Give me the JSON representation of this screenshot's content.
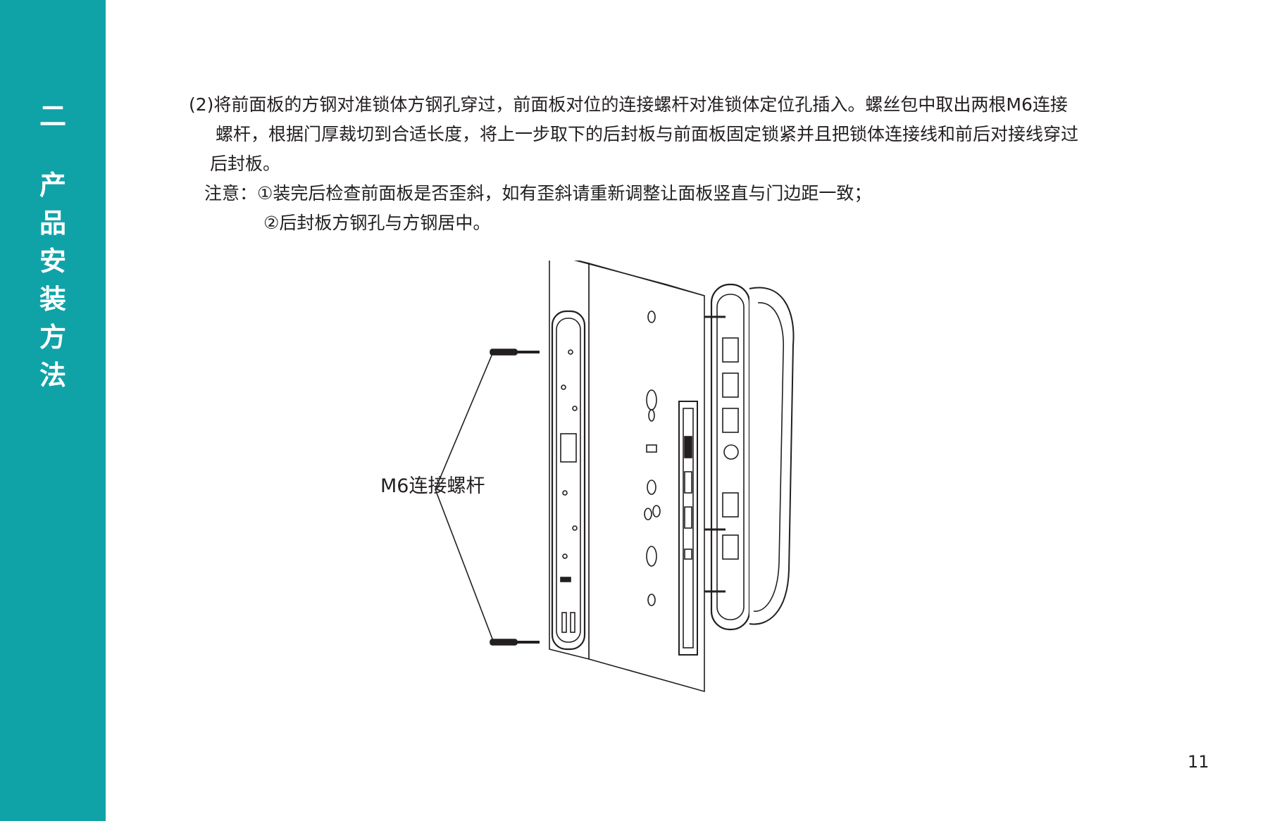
{
  "sidebar": {
    "chapter_number": "二",
    "chapter_title": [
      "产",
      "品",
      "安",
      "装",
      "方",
      "法"
    ],
    "bg_color": "#0fa3a8"
  },
  "content": {
    "step_line1": "(2)将前面板的方钢对准锁体方钢孔穿过，前面板对位的连接螺杆对准锁体定位孔插入。螺丝包中取出两根M6连接",
    "step_line2": "螺杆，根据门厚裁切到合适长度，将上一步取下的后封板与前面板固定锁紧并且把锁体连接线和前后对接线穿过",
    "step_line3": "后封板。",
    "note_line1": "注意：①装完后检查前面板是否歪斜，如有歪斜请重新调整让面板竖直与门边距一致；",
    "note_line2": "②后封板方钢孔与方钢居中。"
  },
  "figure": {
    "callout_label": "M6连接螺杆"
  },
  "page_number": "11"
}
